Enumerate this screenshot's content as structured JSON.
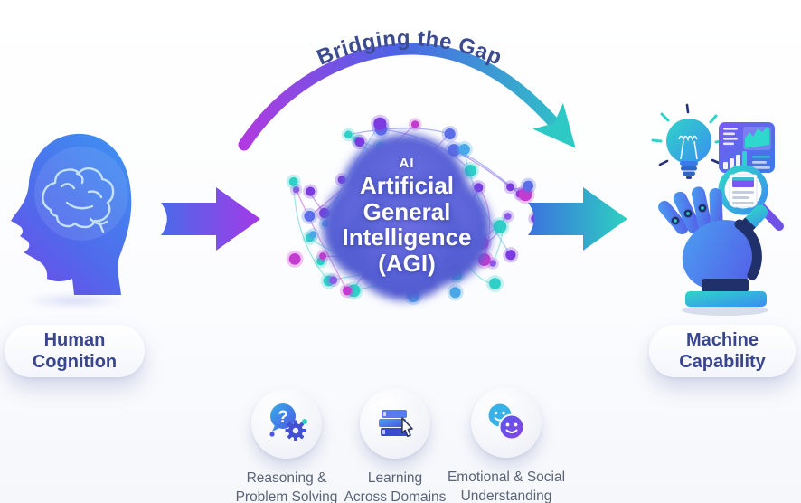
{
  "diagram": {
    "arc_title": "Bridging the Gap",
    "center": {
      "badge": "AI",
      "lines": [
        "Artificial",
        "General",
        "Intelligence",
        "(AGI)"
      ]
    },
    "left_label": {
      "line1": "Human",
      "line2": "Cognition"
    },
    "right_label": {
      "line1": "Machine",
      "line2": "Capability"
    },
    "capabilities": [
      {
        "icon": "question-gear-icon",
        "glyph": "?",
        "line1": "Reasoning &",
        "line2": "Problem Solving"
      },
      {
        "icon": "books-cursor-icon",
        "line1": "Learning",
        "line2": "Across Domains"
      },
      {
        "icon": "smiley-faces-icon",
        "line1": "Emotional & Social",
        "line2": "Understanding"
      }
    ],
    "colors": {
      "arc_purple": "#b03ae0",
      "arc_blue": "#5a5ae8",
      "arc_teal": "#2ec9c4",
      "title_text": "#3c4a90",
      "pill_text": "#39458e",
      "caption_text": "#5a6477",
      "center_text": "#ffffff",
      "node_palette": [
        "#5b6ee8",
        "#7b3be0",
        "#2ed0c8",
        "#c43bd0",
        "#4aa8e8",
        "#8a5ae8"
      ]
    }
  }
}
